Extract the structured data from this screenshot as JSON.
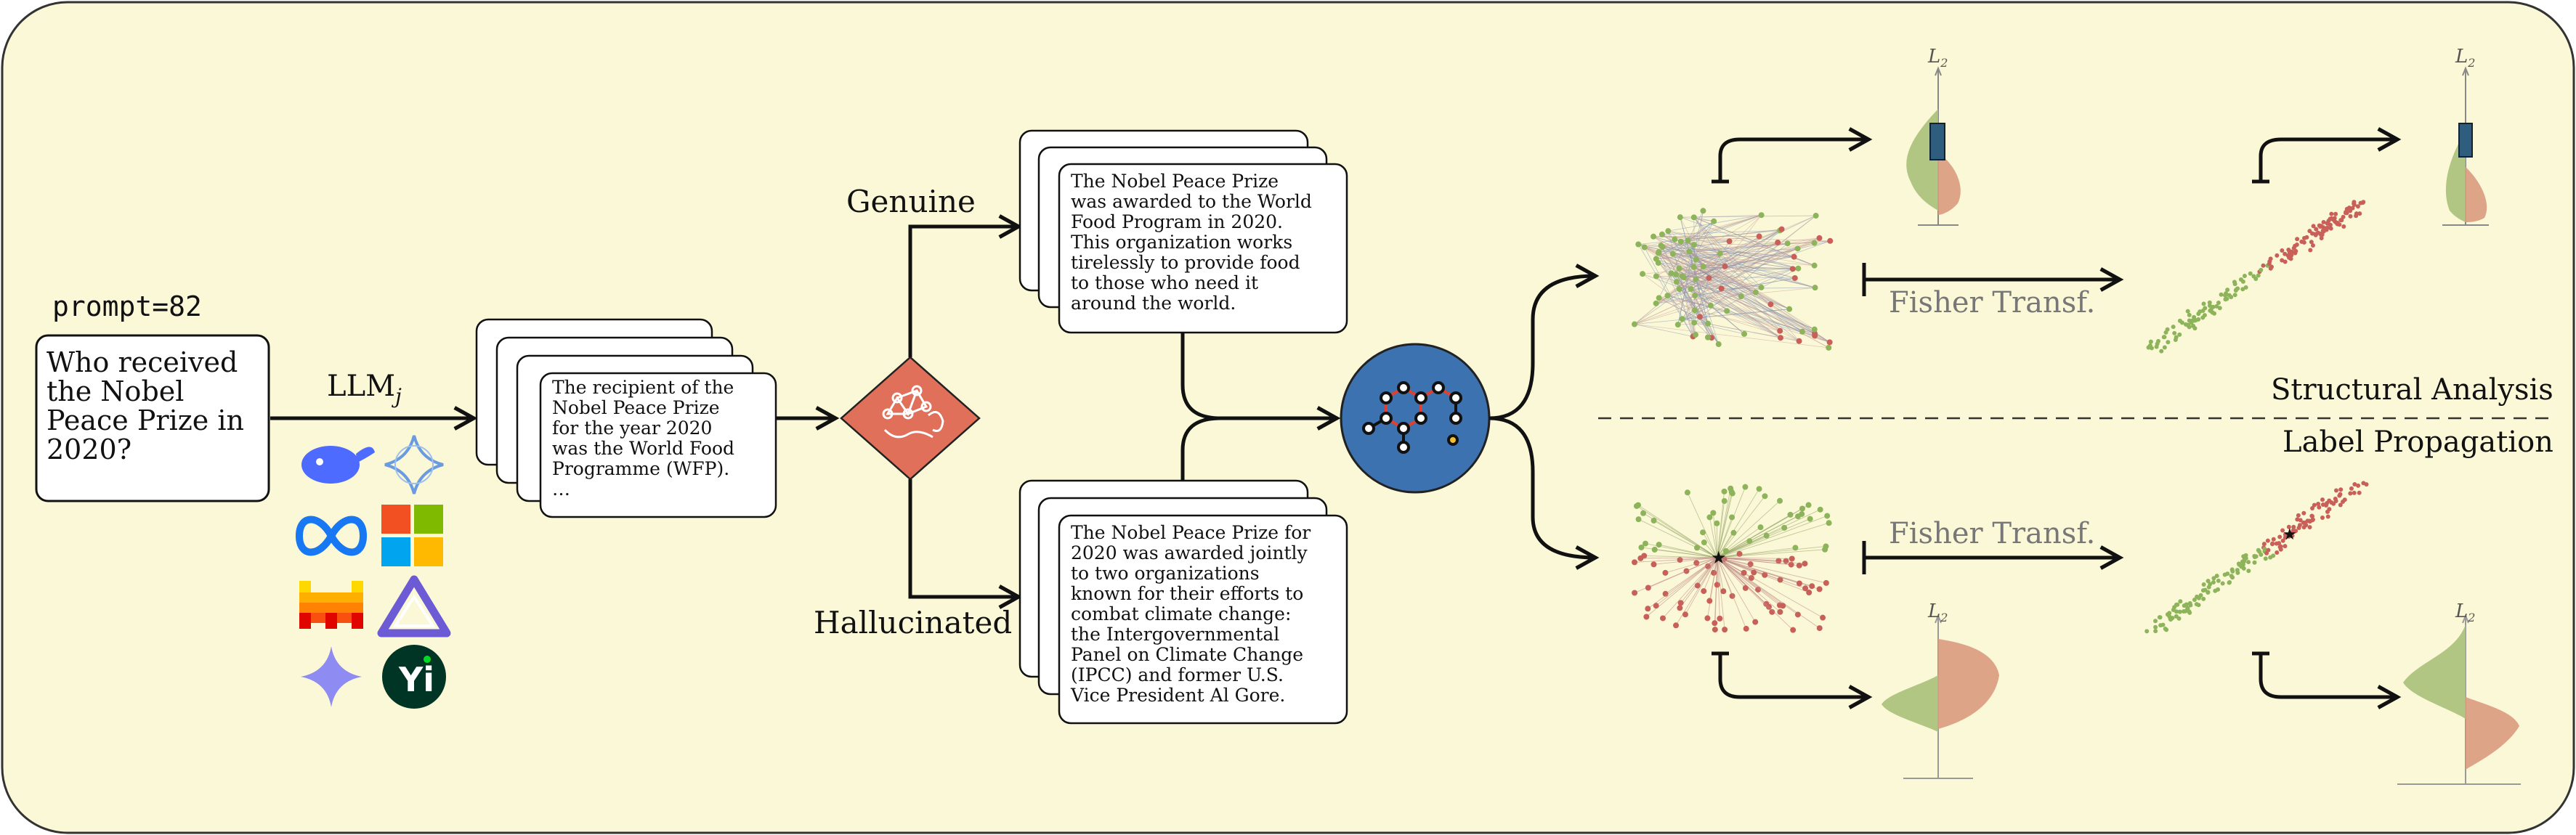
{
  "prompt": {
    "id_label": "prompt=82",
    "question_lines": [
      "Who received",
      "the Nobel",
      "Peace Prize in",
      "2020?"
    ]
  },
  "llm": {
    "label": "LLM",
    "subscript": "j"
  },
  "logos": [
    "deepseek-whale-logo",
    "sparkle-star-logo",
    "meta-infinity-logo",
    "microsoft-grid-logo",
    "mistral-blocks-logo",
    "triangle-knot-logo",
    "gemini-star-logo",
    "yi-badge-logo"
  ],
  "response": {
    "lines": [
      "The recipient of the",
      "Nobel Peace Prize",
      "for the year 2020",
      "was the World Food",
      "Programme (WFP).",
      "…"
    ]
  },
  "branches": {
    "genuine": "Genuine",
    "hallucinated": "Hallucinated"
  },
  "genuine_text": {
    "lines": [
      "The Nobel Peace Prize",
      "was awarded to the World",
      "Food Program in 2020.",
      "This organization works",
      "tirelessly to provide food",
      "to those who need it",
      "around the world."
    ]
  },
  "hallucinated_text": {
    "lines": [
      "The Nobel Peace Prize for",
      "2020 was awarded jointly",
      "to two organizations",
      "known for their efforts to",
      "combat climate change:",
      "the Intergovernmental",
      "Panel on Climate Change",
      "(IPCC) and former U.S.",
      "Vice President Al Gore."
    ]
  },
  "analysis": {
    "fisher_label": "Fisher Transf.",
    "structural_label": "Structural Analysis",
    "label_propagation_label": "Label Propagation",
    "axis_label": "L",
    "axis_subscript": "2"
  },
  "colors": {
    "background": "#fbf8d7",
    "frame": "#333333",
    "diamond": "#e0705a",
    "hub": "#3c72b0",
    "genuine_green": "#8db45a",
    "halluc_red": "#c86059",
    "box_plot": "#2f5d7e",
    "muted_text": "#777777"
  }
}
